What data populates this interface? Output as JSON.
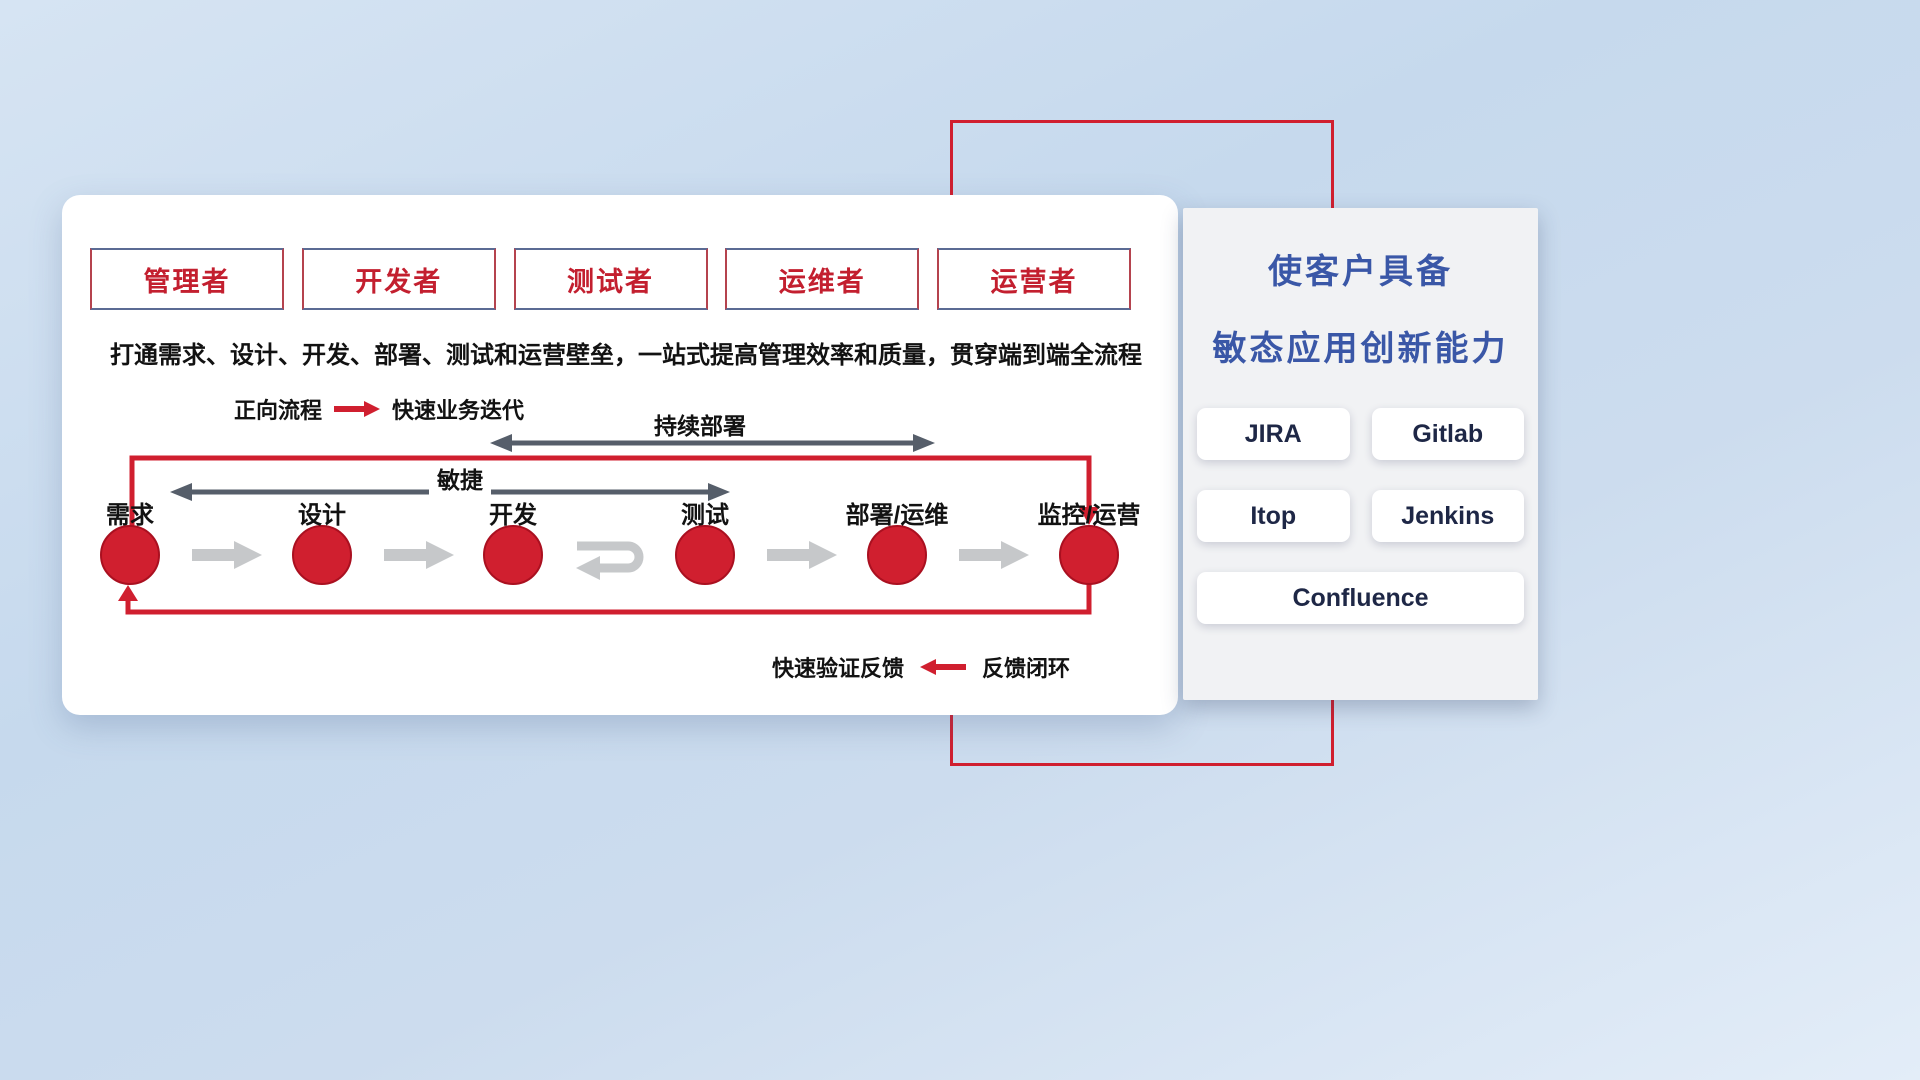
{
  "roles": {
    "items": [
      {
        "label": "管理者"
      },
      {
        "label": "开发者"
      },
      {
        "label": "测试者"
      },
      {
        "label": "运维者"
      },
      {
        "label": "运营者"
      }
    ]
  },
  "subtitle": "打通需求、设计、开发、部署、测试和运营壁垒，一站式提高管理效率和质量，贯穿端到端全流程",
  "legend": {
    "forward_label": "正向流程",
    "forward_desc": "快速业务迭代",
    "feedback_desc": "快速验证反馈",
    "feedback_label": "反馈闭环"
  },
  "flow": {
    "continuous_deploy": "持续部署",
    "agile": "敏捷",
    "steps": [
      {
        "label": "需求"
      },
      {
        "label": "设计"
      },
      {
        "label": "开发"
      },
      {
        "label": "测试"
      },
      {
        "label": "部署/运维"
      },
      {
        "label": "监控/运营"
      }
    ]
  },
  "right_panel": {
    "title_line1": "使客户具备",
    "title_line2": "敏态应用创新能力",
    "tools": [
      {
        "label": "JIRA"
      },
      {
        "label": "Gitlab"
      },
      {
        "label": "Itop"
      },
      {
        "label": "Jenkins"
      },
      {
        "label": "Confluence"
      }
    ]
  },
  "icons": {
    "forward_arrow": "red-right-arrow",
    "feedback_arrow": "red-left-arrow",
    "continuous_deploy_arrow": "gray-double-arrow",
    "agile_arrow": "gray-double-arrow",
    "iteration": "u-turn-arrow"
  },
  "colors": {
    "accent_red": "#d01f2f",
    "title_blue": "#3a57a7",
    "flow_arrow_gray": "#c6c8ca",
    "double_arrow_dark": "#565e6a",
    "panel_bg": "#f1f2f4"
  }
}
